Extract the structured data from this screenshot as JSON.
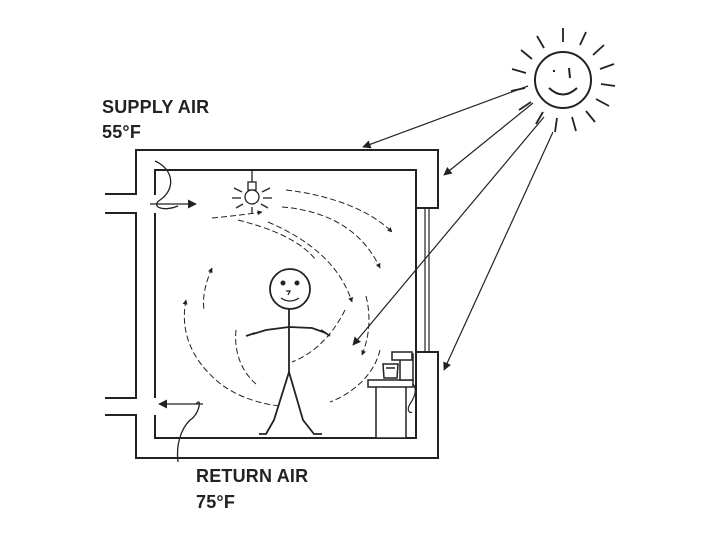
{
  "supply": {
    "title": "SUPPLY AIR",
    "temp": "55°F"
  },
  "return": {
    "title": "RETURN AIR",
    "temp": "75°F"
  },
  "colors": {
    "line": "#222222",
    "background": "#ffffff"
  },
  "icons": [
    "sun-icon",
    "light-bulb-icon",
    "person-icon",
    "coffee-maker-icon"
  ]
}
